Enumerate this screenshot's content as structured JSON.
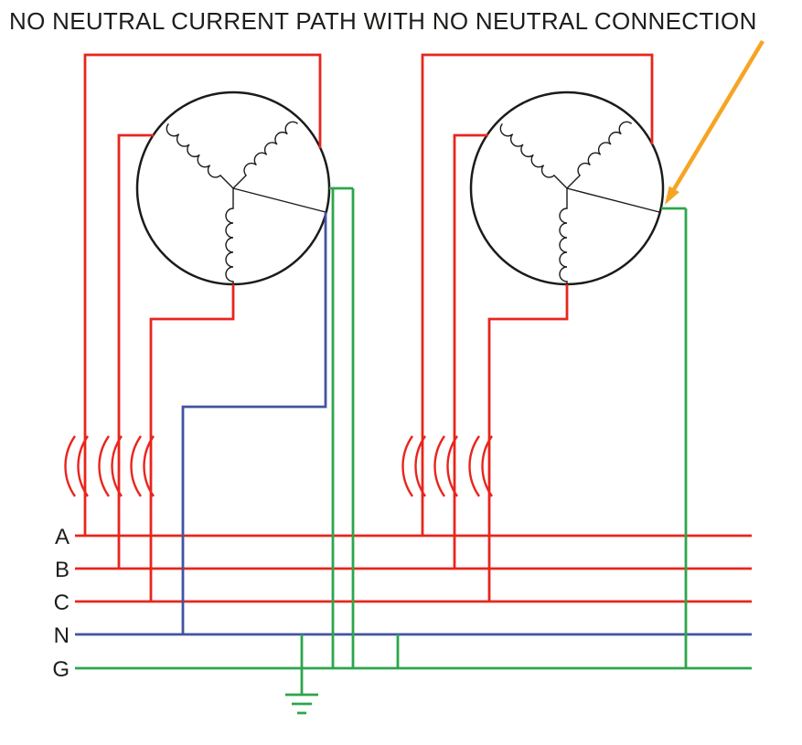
{
  "title": "NO NEUTRAL CURRENT PATH WITH NO NEUTRAL CONNECTION",
  "colors": {
    "phase": "#e8251d",
    "neutral": "#41549f",
    "ground": "#2ca64b",
    "outline": "#1b1b1b",
    "text": "#1d1d1b",
    "arrow": "#f5a423",
    "background": "#ffffff"
  },
  "buses": [
    {
      "label": "A"
    },
    {
      "label": "B"
    },
    {
      "label": "C"
    },
    {
      "label": "N"
    },
    {
      "label": "G"
    }
  ]
}
